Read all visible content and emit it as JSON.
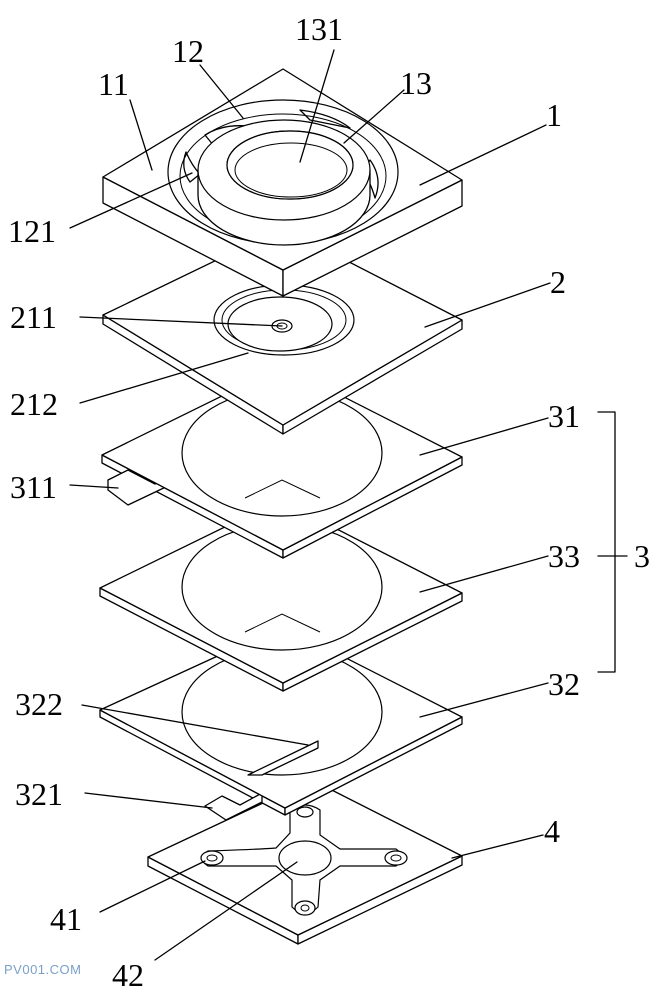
{
  "labels": {
    "l1": "1",
    "l11": "11",
    "l12": "12",
    "l121": "121",
    "l13": "13",
    "l131": "131",
    "l2": "2",
    "l211": "211",
    "l212": "212",
    "l3": "3",
    "l31": "31",
    "l311": "311",
    "l32": "32",
    "l321": "321",
    "l322": "322",
    "l33": "33",
    "l4": "4",
    "l41": "41",
    "l42": "42"
  },
  "watermark": "PV001.COM",
  "colors": {
    "line": "#000000",
    "watermark": "#7aa0c8"
  }
}
